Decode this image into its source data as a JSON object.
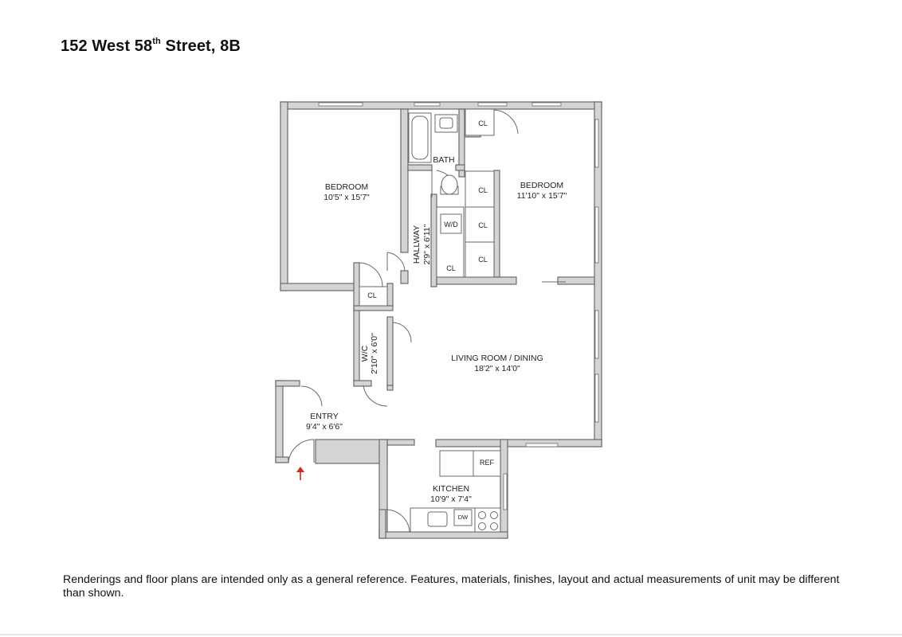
{
  "header": {
    "title_part1": "152 West 58",
    "title_sup": "th",
    "title_part2": " Street, 8B"
  },
  "rooms": {
    "bedroom_left": {
      "name": "BEDROOM",
      "size": "10'5\" x 15'7\""
    },
    "bath": {
      "name": "BATH"
    },
    "bedroom_right": {
      "name": "BEDROOM",
      "size": "11'10\" x 15'7\""
    },
    "hallway": {
      "name": "HALLWAY",
      "size": "2'9\" x 6'11\""
    },
    "wic": {
      "name": "W/C",
      "size": "2'10\" x 6'0\""
    },
    "living": {
      "name": "LIVING ROOM / DINING",
      "size": "18'2\" x 14'0\""
    },
    "entry": {
      "name": "ENTRY",
      "size": "9'4\" x 6'6\""
    },
    "kitchen": {
      "name": "KITCHEN",
      "size": "10'9\" x 7'4\""
    }
  },
  "fixtures": {
    "cl": "CL",
    "wd": "W/D",
    "ref": "REF",
    "dw": "DW"
  },
  "colors": {
    "wall_fill": "#d4d4d4",
    "wall_stroke": "#6a6a6a",
    "entry_arrow": "#cc2a1a"
  },
  "footer": {
    "disclaimer": "Renderings and floor plans are intended only as a general reference. Features, materials, finishes, layout and actual measurements of unit may be different than shown."
  }
}
